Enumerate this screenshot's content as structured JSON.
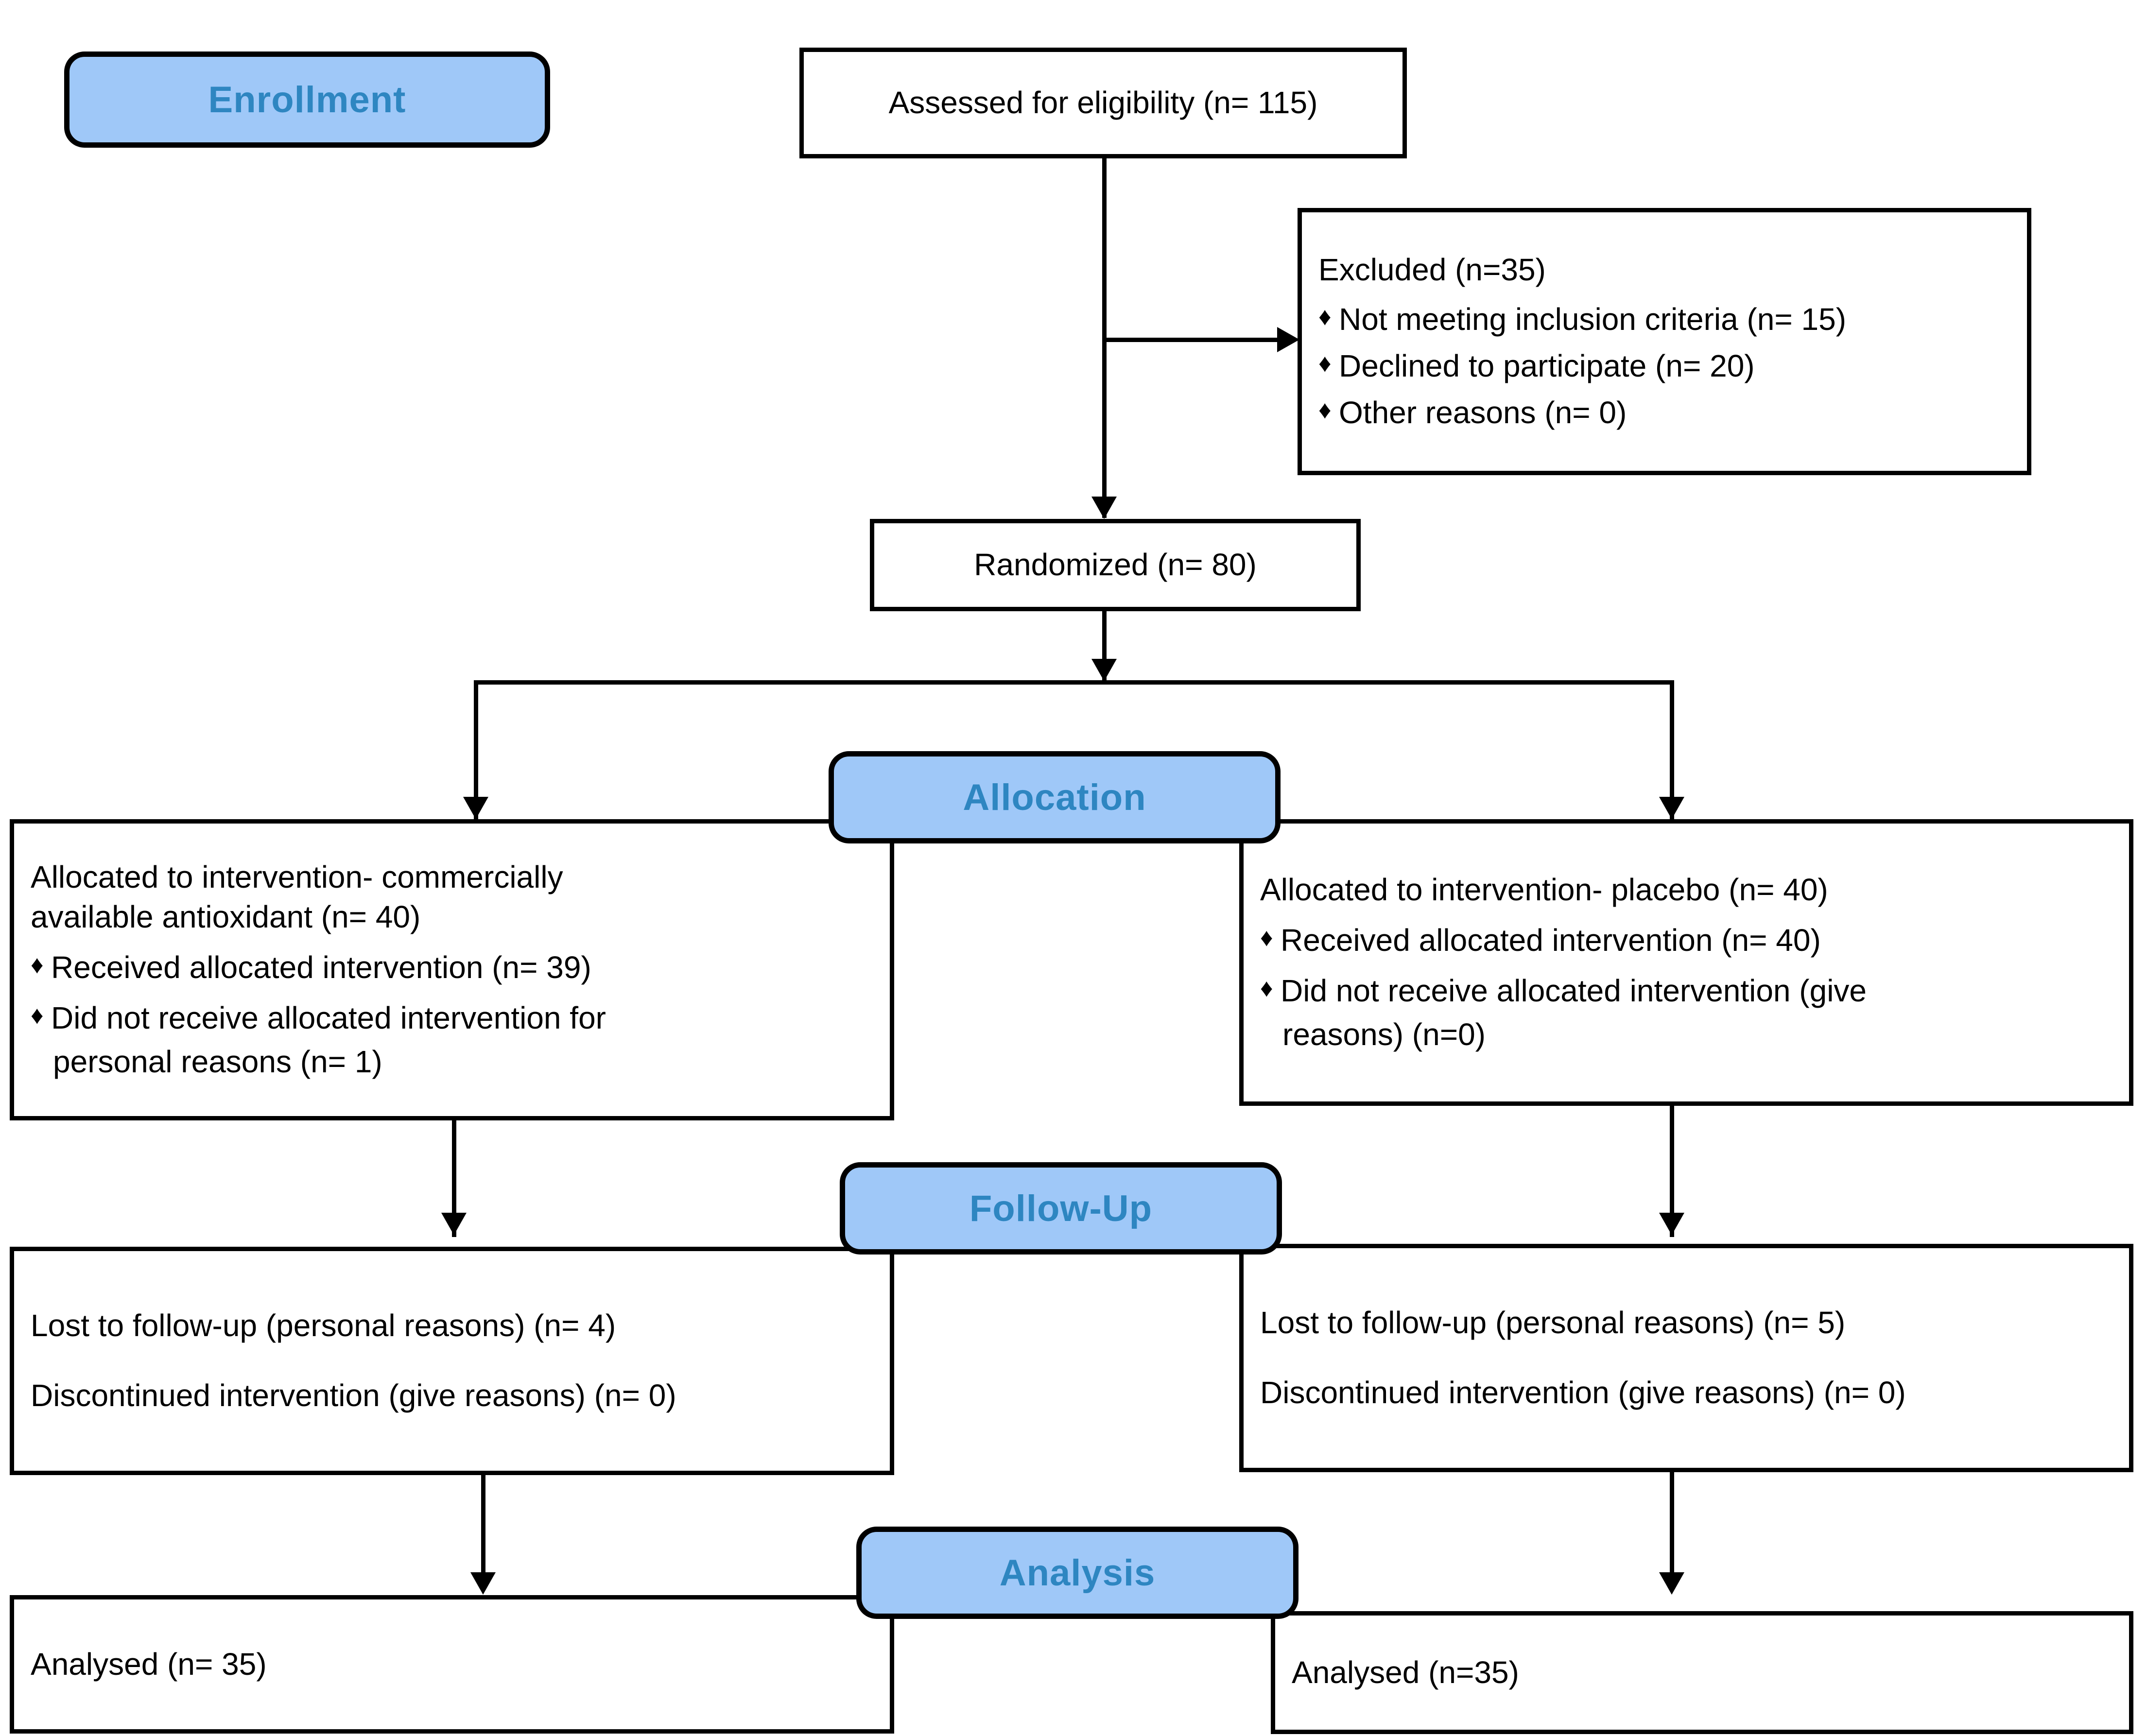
{
  "diagram": {
    "title": "CONSORT participant flow diagram",
    "accent_badge_fill": "#9FC8F8",
    "accent_badge_text": "#2E86C1",
    "line_color": "#000000"
  },
  "stages": {
    "enrollment": "Enrollment",
    "allocation": "Allocation",
    "followup": "Follow-Up",
    "analysis": "Analysis"
  },
  "enrollment": {
    "assessed": "Assessed for eligibility (n= 115)",
    "excluded_title": "Excluded (n=35)",
    "excluded_reasons": [
      "Not meeting inclusion criteria (n= 15)",
      "Declined to participate (n= 20)",
      "Other reasons (n= 0)"
    ],
    "randomized": "Randomized (n= 80)"
  },
  "allocation": {
    "left": {
      "title_line1": "Allocated to intervention- commercially",
      "title_line2": "available antioxidant (n= 40)",
      "items": [
        "Received allocated intervention (n= 39)",
        "Did not receive allocated intervention for"
      ],
      "item2_continuation": "personal reasons (n= 1)"
    },
    "right": {
      "title_line1": "Allocated to intervention- placebo (n= 40)",
      "items": [
        "Received allocated intervention (n= 40)",
        "Did not receive allocated intervention (give"
      ],
      "item2_continuation": "reasons) (n=0)"
    }
  },
  "followup": {
    "left": {
      "lost": "Lost to follow-up (personal reasons) (n= 4)",
      "discontinued": "Discontinued intervention (give reasons) (n= 0)"
    },
    "right": {
      "lost": "Lost to follow-up (personal reasons) (n= 5)",
      "discontinued": "Discontinued intervention (give reasons) (n= 0)"
    }
  },
  "analysis": {
    "left": "Analysed (n= 35)",
    "right": "Analysed (n=35)"
  },
  "icons": {
    "bullet": "♦"
  }
}
